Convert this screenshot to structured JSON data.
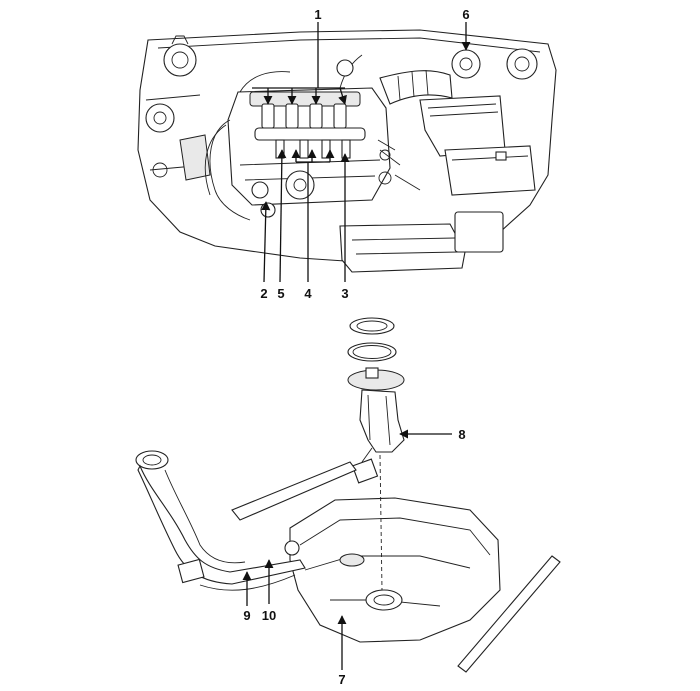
{
  "figure": {
    "callouts": [
      {
        "id": "c1",
        "text": "1"
      },
      {
        "id": "c2",
        "text": "2"
      },
      {
        "id": "c3",
        "text": "3"
      },
      {
        "id": "c4",
        "text": "4"
      },
      {
        "id": "c5",
        "text": "5"
      },
      {
        "id": "c6",
        "text": "6"
      },
      {
        "id": "c7",
        "text": "7"
      },
      {
        "id": "c8",
        "text": "8"
      },
      {
        "id": "c9",
        "text": "9"
      },
      {
        "id": "c10",
        "text": "10"
      }
    ]
  }
}
